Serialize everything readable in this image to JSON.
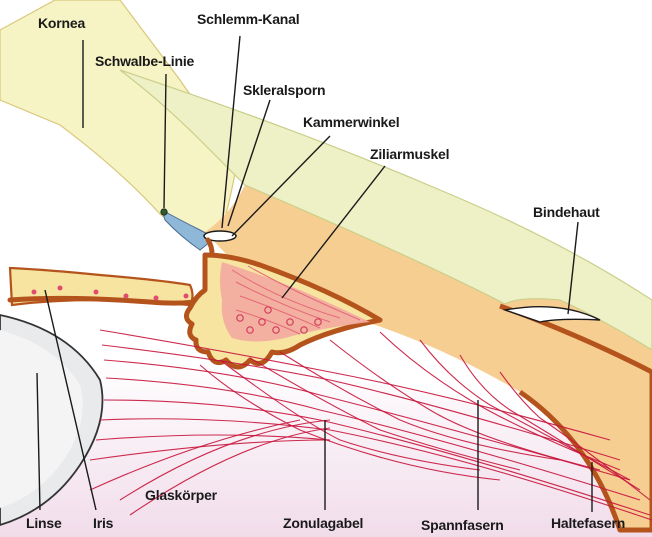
{
  "labels": {
    "kornea": "Kornea",
    "schlemm_kanal": "Schlemm-Kanal",
    "schwalbe_linie": "Schwalbe-Linie",
    "skleralsporn": "Skleralsporn",
    "kammerwinkel": "Kammerwinkel",
    "ziliarmuskel": "Ziliarmuskel",
    "bindehaut": "Bindehaut",
    "linse": "Linse",
    "iris": "Iris",
    "glaskoerper": "Glaskörper",
    "zonulagabel": "Zonulagabel",
    "spannfasern": "Spannfasern",
    "haltefasern": "Haltefasern"
  },
  "colors": {
    "cornea_fill": "#f6f3c4",
    "sclera_fill": "#f7ce92",
    "conjunctiva_fill": "#eef0c6",
    "tissue_edge": "#b4541c",
    "iris_fill": "#f6e4a0",
    "muscle_fill": "#f3a8a0",
    "lens_fill": "#e9eaec",
    "vitreous_fill": "#f4e2ee",
    "fiber_color": "#c8143c",
    "trabecular_fill": "#8fb8d8"
  }
}
